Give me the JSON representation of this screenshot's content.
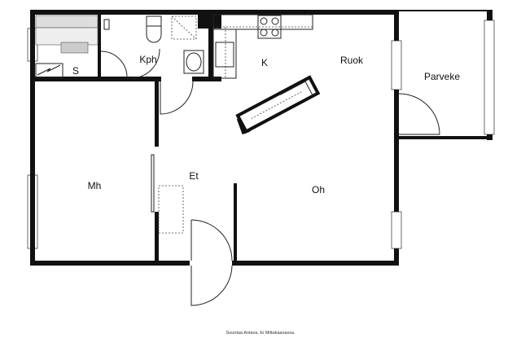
{
  "rooms": {
    "sauna": "S",
    "bathroom": "Kph",
    "kitchen": "K",
    "dining": "Ruok",
    "balcony": "Parveke",
    "bedroom": "Mh",
    "hallway": "Et",
    "living_room": "Oh"
  },
  "caption": "Suuntaa Antava, Ei Mittakaavassa."
}
